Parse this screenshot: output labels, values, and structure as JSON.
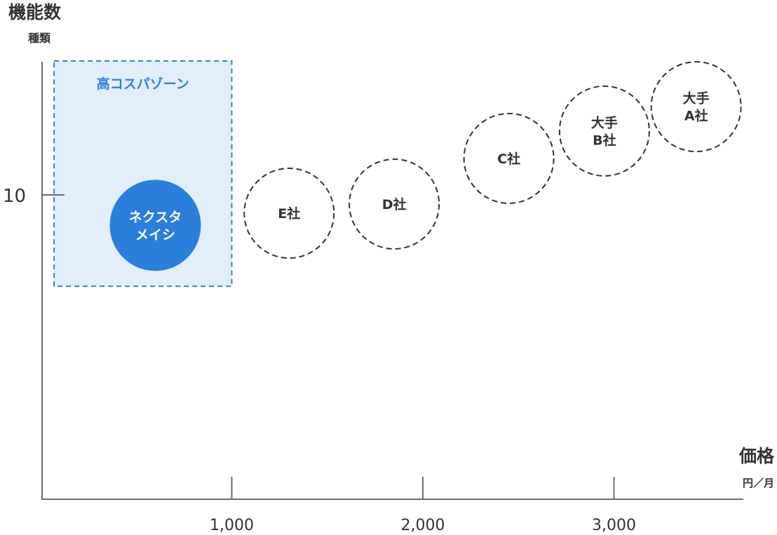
{
  "chart_data": {
    "type": "scatter",
    "title": "",
    "ylabel": "機能数",
    "ylabel_unit": "種類",
    "xlabel": "価格",
    "xlabel_unit": "円／月",
    "xlim": [
      0,
      3700
    ],
    "ylim": [
      0,
      15
    ],
    "x_ticks": [
      {
        "value": 1000,
        "label": "1,000"
      },
      {
        "value": 2000,
        "label": "2,000"
      },
      {
        "value": 3000,
        "label": "3,000"
      }
    ],
    "y_ticks": [
      {
        "value": 10,
        "label": "10"
      }
    ],
    "grid": false,
    "highlight_zone": {
      "label": "高コスパゾーン",
      "x_range": [
        70,
        1000
      ],
      "y_range": [
        7.0,
        14.4
      ],
      "fill": "#e3eefb",
      "stroke": "#2f80de"
    },
    "points": [
      {
        "lines": [
          "ネクスタ",
          "メイシ"
        ],
        "x": 600,
        "y": 9.0,
        "highlight": true
      },
      {
        "lines": [
          "E社"
        ],
        "x": 1300,
        "y": 9.4,
        "highlight": false
      },
      {
        "lines": [
          "D社"
        ],
        "x": 1850,
        "y": 9.7,
        "highlight": false
      },
      {
        "lines": [
          "C社"
        ],
        "x": 2450,
        "y": 11.2,
        "highlight": false
      },
      {
        "lines": [
          "大手",
          "B社"
        ],
        "x": 2950,
        "y": 12.1,
        "highlight": false
      },
      {
        "lines": [
          "大手",
          "A社"
        ],
        "x": 3430,
        "y": 12.9,
        "highlight": false
      }
    ],
    "colors": {
      "accent": "#2b7fdc",
      "axis": "#6b6b6b",
      "text": "#333333",
      "dash": "#333333"
    }
  }
}
